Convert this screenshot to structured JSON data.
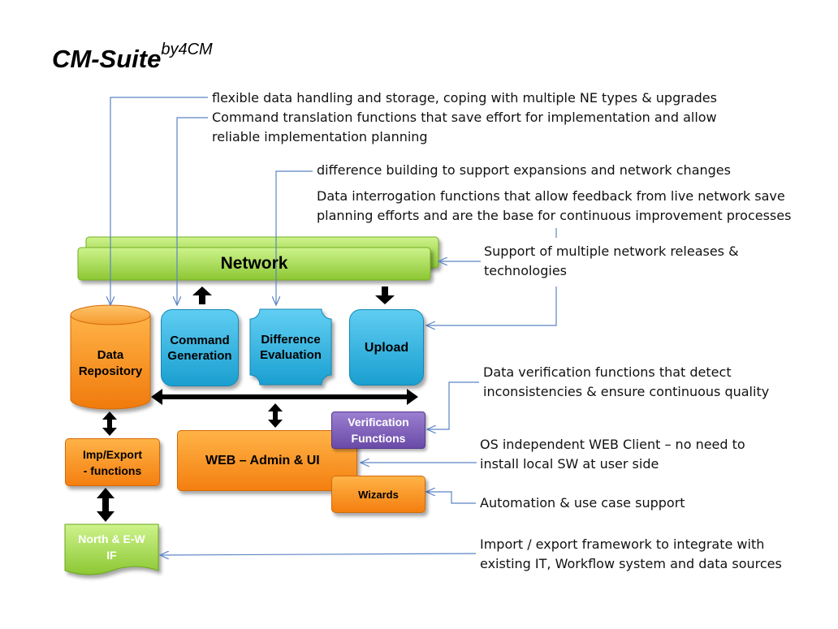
{
  "title": {
    "main": "CM-Suite",
    "suffix": "by4CM"
  },
  "blocks": {
    "network": "Network",
    "data_repository": [
      "Data",
      "Repository"
    ],
    "command_generation": [
      "Command",
      "Generation"
    ],
    "difference_evaluation": [
      "Difference",
      "Evaluation"
    ],
    "upload": "Upload",
    "imp_export": [
      "Imp/Export",
      "- functions"
    ],
    "north_ew": [
      "North & E-W",
      "IF"
    ],
    "web_admin": "WEB – Admin & UI",
    "verification": [
      "Verification",
      "Functions"
    ],
    "wizards": "Wizards"
  },
  "notes": {
    "data_handling": "flexible data handling and storage, coping with multiple NE types & upgrades",
    "command_translation": [
      "Command translation functions that save effort for implementation and allow",
      "reliable implementation planning"
    ],
    "difference_building": "difference building to support expansions and network changes",
    "data_interrogation": [
      "Data interrogation functions that allow feedback from live network save",
      "planning efforts and are the base for continuous improvement processes"
    ],
    "network_releases": [
      "Support of multiple network releases &",
      "technologies"
    ],
    "data_verification": [
      "Data verification functions that detect",
      "inconsistencies & ensure continuous quality"
    ],
    "web_client": [
      "OS independent WEB Client – no need to",
      "install local SW at user side"
    ],
    "automation": "Automation & use case support",
    "import_export": [
      "Import / export framework to integrate with",
      "existing IT, Workflow system and data sources"
    ]
  },
  "colors": {
    "blue_block": "#1fa3d4",
    "orange_block": "#f7941d",
    "purple_block": "#7b5cb8",
    "green_block": "#9bd14a",
    "connector_line": "#5b84c4",
    "arrow": "#000000"
  }
}
